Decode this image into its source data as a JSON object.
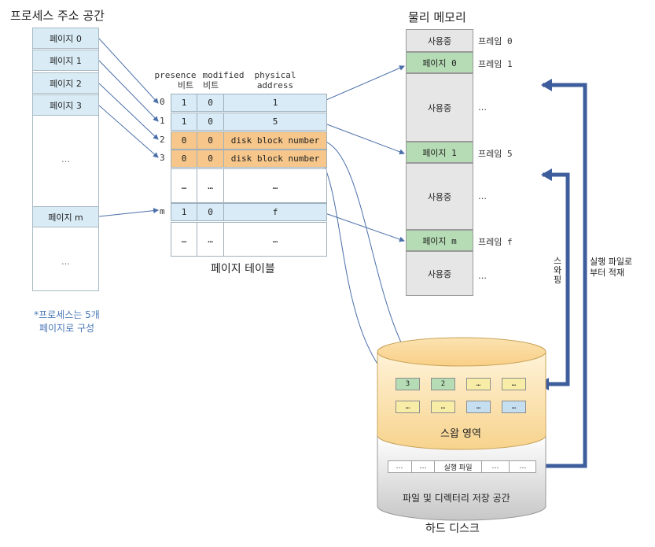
{
  "process_space": {
    "title": "프로세스 주소 공간",
    "pages": [
      "페이지 0",
      "페이지 1",
      "페이지 2",
      "페이지 3",
      "…",
      "페이지 m",
      "…"
    ],
    "note_line1": "*프로세스는 5개",
    "note_line2": "페이지로 구성"
  },
  "page_table": {
    "title": "페이지 테이블",
    "headers": {
      "presence_1": "presence",
      "presence_2": "비트",
      "modified_1": "modified",
      "modified_2": "비트",
      "address_1": "physical",
      "address_2": "address"
    },
    "rows": [
      {
        "idx": "0",
        "presence": "1",
        "modified": "0",
        "address": "1"
      },
      {
        "idx": "1",
        "presence": "1",
        "modified": "0",
        "address": "5"
      },
      {
        "idx": "2",
        "presence": "0",
        "modified": "0",
        "address": "disk block number"
      },
      {
        "idx": "3",
        "presence": "0",
        "modified": "0",
        "address": "disk block number"
      },
      {
        "idx": "",
        "presence": "…",
        "modified": "…",
        "address": "…"
      },
      {
        "idx": "m",
        "presence": "1",
        "modified": "0",
        "address": "f"
      },
      {
        "idx": "",
        "presence": "…",
        "modified": "…",
        "address": "…"
      }
    ]
  },
  "physical_memory": {
    "title": "물리 메모리",
    "cells": [
      "사용중",
      "페이지 0",
      "사용중",
      "페이지 1",
      "사용중",
      "페이지 m",
      "사용중"
    ],
    "frames": [
      "프레임 0",
      "프레임 1",
      "…",
      "프레임 5",
      "…",
      "프레임 f",
      "…"
    ]
  },
  "disk": {
    "title": "하드 디스크",
    "swap_area_label": "스왑 영역",
    "swap_row1": [
      "3",
      "2",
      "…",
      "…"
    ],
    "swap_row2": [
      "…",
      "…",
      "…",
      "…"
    ],
    "file_area_label": "파일 및 디렉터리 저장 공간",
    "file_cells": [
      "…",
      "…",
      "실행 파일",
      "…",
      "…"
    ]
  },
  "arrows": {
    "swapping_1": "스",
    "swapping_2": "와",
    "swapping_3": "핑",
    "load_1": "실행 파일로",
    "load_2": "부터 적재"
  },
  "colors": {
    "page_blue": "#d9ecf6",
    "orange": "#f6c68a",
    "green": "#b5dcb4",
    "gray": "#e6e6e6",
    "swap_yellow": "#f8eda7",
    "swap_blue": "#c5def0",
    "arrow_blue": "#3e5d9c",
    "note_blue": "#4a78b8"
  }
}
